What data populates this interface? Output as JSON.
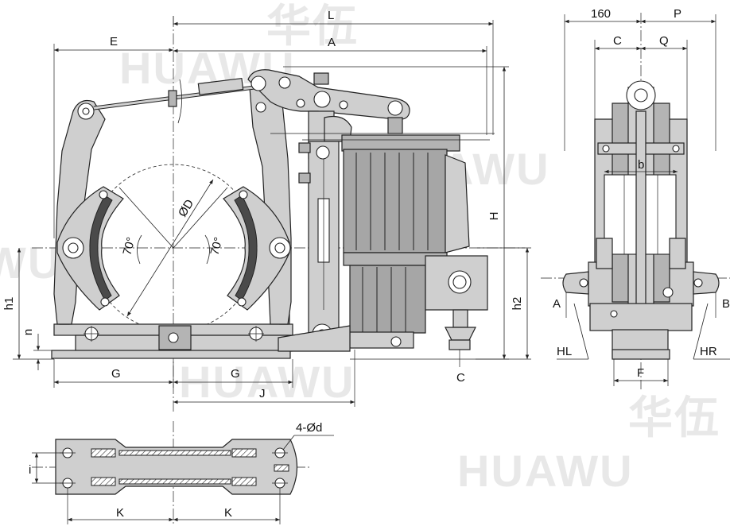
{
  "watermark": {
    "brand": "HUAWU",
    "brand_cn": "华伍"
  },
  "labels": {
    "L": "L",
    "A_top": "A",
    "E": "E",
    "H": "H",
    "h1": "h1",
    "h2": "h2",
    "n": "n",
    "G_left": "G",
    "G_right": "G",
    "J": "J",
    "C_bottom": "C",
    "D": "ØD",
    "angle_left": "70°",
    "angle_right": "70°",
    "side_160": "160",
    "side_P": "P",
    "side_C": "C",
    "side_Q": "Q",
    "side_b": "b",
    "side_A": "A",
    "side_B": "B",
    "side_HL": "HL",
    "side_HR": "HR",
    "side_F": "F",
    "base_holes": "4-Ød",
    "base_i": "i",
    "base_K_left": "K",
    "base_K_right": "K"
  },
  "colors": {
    "body": "#cfcfcf",
    "motor": "#a6a6a6",
    "lining": "#4a4a4a",
    "line": "#222222"
  }
}
